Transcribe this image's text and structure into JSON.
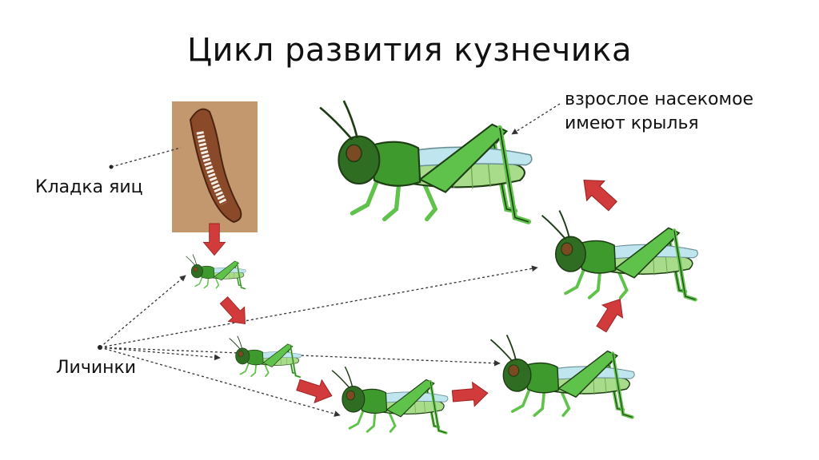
{
  "title": "Цикл развития кузнечика",
  "labels": {
    "eggs": "Кладка яиц",
    "larvae": "Личинки",
    "adult_line1": "взрослое насекомое",
    "adult_line2": "имеют крылья"
  },
  "colors": {
    "body_green": "#3f9a2e",
    "leg_green": "#5fc24a",
    "belly_green": "#a9dc8a",
    "head_dark": "#2f6e22",
    "eye": "#7a4a22",
    "wing": "#bfe6ee",
    "arrow": "#d23b3b",
    "egg_pod": "#8a4a2a",
    "soil": "#c9a27a"
  },
  "stages": [
    "egg-pod",
    "larva-1",
    "larva-2",
    "larva-3",
    "larva-4",
    "larva-5",
    "adult"
  ]
}
